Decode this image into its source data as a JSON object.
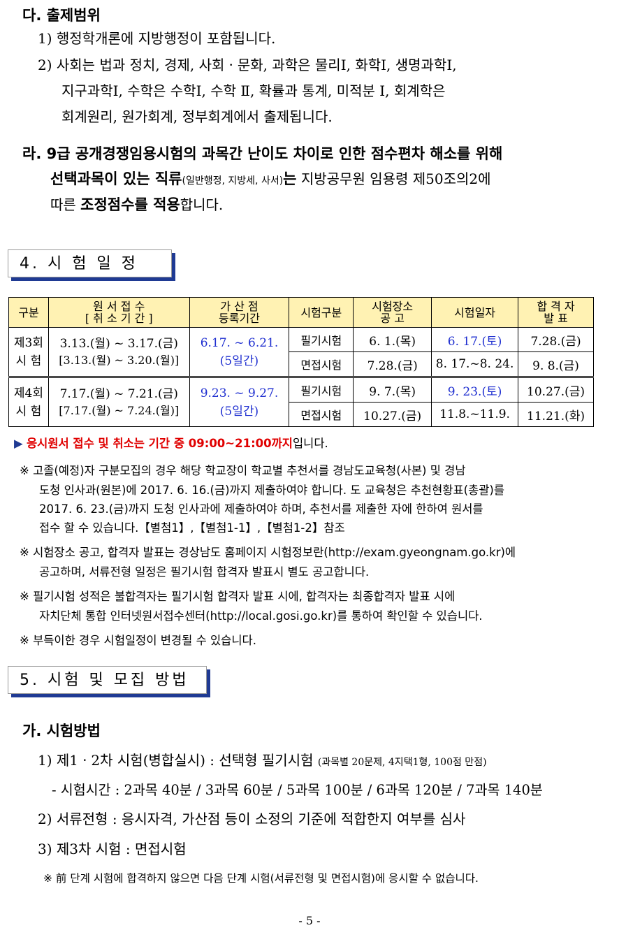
{
  "sec_da": {
    "heading": "다. 출제범위",
    "item1": "1)  행정학개론에 지방행정이 포함됩니다.",
    "item2_l1": "2)  사회는 법과 정치, 경제, 사회ㆍ문화, 과학은 물리Ⅰ, 화학Ⅰ, 생명과학Ⅰ,",
    "item2_l2": "지구과학Ⅰ, 수학은 수학Ⅰ, 수학 Ⅱ, 확률과 통계, 미적분 Ⅰ, 회계학은",
    "item2_l3": "회계원리, 원가회계, 정부회계에서 출제됩니다."
  },
  "sec_ra": {
    "l1": "라. 9급 공개경쟁임용시험의 과목간 난이도 차이로 인한 점수편차 해소를 위해",
    "l2_bold1": "선택과목이 있는 직류",
    "l2_small": "(일반행정, 지방세, 사서)",
    "l2_bold2": "는",
    "l2_rest": " 지방공무원 임용령 제50조의2에",
    "l3_pre": "따른 ",
    "l3_bold": "조정점수를 적용",
    "l3_post": "합니다."
  },
  "section4": {
    "title": "4. 시 험 일 정"
  },
  "schedule": {
    "headers": {
      "gubun": "구분",
      "apply_l1": "원  서  접  수",
      "apply_l2": "[ 취 소 기 간 ]",
      "bonus_l1": "가 산 점",
      "bonus_l2": "등록기간",
      "exam_type": "시험구분",
      "venue_l1": "시험장소",
      "venue_l2": "공       고",
      "exam_date": "시험일자",
      "result_l1": "합  격  자",
      "result_l2": "발       표"
    },
    "rounds": [
      {
        "name_l1": "제3회",
        "name_l2": "시  험",
        "apply": "3.13.(월) ~ 3.17.(금)",
        "cancel": "[3.13.(월) ~ 3.20.(월)]",
        "bonus_l1": "6.17.  ~ 6.21.",
        "bonus_l2": "(5일간)",
        "rows": [
          {
            "type": "필기시험",
            "venue": "6.  1.(목)",
            "date": "6.  17.(토)",
            "result": "7.28.(금)"
          },
          {
            "type": "면접시험",
            "venue": "7.28.(금)",
            "date": "8.  17.~8.  24.",
            "result": "9.  8.(금)"
          }
        ]
      },
      {
        "name_l1": "제4회",
        "name_l2": "시  험",
        "apply": "7.17.(월) ~ 7.21.(금)",
        "cancel": "[7.17.(월) ~ 7.24.(월)]",
        "bonus_l1": "9.23. ~ 9.27.",
        "bonus_l2": "(5일간)",
        "rows": [
          {
            "type": "필기시험",
            "venue": "9.  7.(목)",
            "date": "9.  23.(토)",
            "result": "10.27.(금)"
          },
          {
            "type": "면접시험",
            "venue": "10.27.(금)",
            "date": "11.8.~11.9.",
            "result": "11.21.(화)"
          }
        ]
      }
    ]
  },
  "notice": {
    "arrow": "▶",
    "red": "응시원서 접수 및 취소는 기간 중 09:00~21:00까지",
    "rest": "입니다."
  },
  "notes": {
    "n1_l1": "※ 고졸(예정)자 구분모집의 경우 해당 학교장이 학교별 추천서를 경남도교육청(사본) 및 경남",
    "n1_l2": "도청 인사과(원본)에 2017. 6. 16.(금)까지 제출하여야 합니다. 도 교육청은 추천현황표(총괄)를",
    "n1_l3": "2017. 6. 23.(금)까지 도청 인사과에 제출하여야 하며, 추천서를 제출한 자에 한하여 원서를",
    "n1_l4": "접수 할 수 있습니다.【별첨1】,【별첨1-1】,【별첨1-2】참조",
    "n2_l1": "※ 시험장소 공고, 합격자 발표는 경상남도 홈페이지 시험정보란(http://exam.gyeongnam.go.kr)에",
    "n2_l2": "공고하며, 서류전형 일정은 필기시험 합격자 발표시 별도 공고합니다.",
    "n3_l1": "※ 필기시험 성적은 불합격자는 필기시험 합격자 발표 시에, 합격자는 최종합격자 발표 시에",
    "n3_l2": "자치단체 통합 인터넷원서접수센터(http://local.gosi.go.kr)를 통하여 확인할 수 있습니다.",
    "n4": "※ 부득이한 경우 시험일정이 변경될 수 있습니다."
  },
  "section5": {
    "title": "5. 시험 및 모집 방법"
  },
  "sec_ga": {
    "heading": "가. 시험방법",
    "item1": "1)  제1ㆍ2차 시험(병합실시) : 선택형 필기시험",
    "item1_small": "(과목별 20문제, 4지택1형, 100점 만점)",
    "time": "- 시험시간 : 2과목 40분 / 3과목 60분 / 5과목 100분 / 6과목 120분 / 7과목 140분",
    "item2": "2)  서류전형 : 응시자격, 가산점 등이 소정의 기준에 적합한지 여부를 심사",
    "item3": "3)  제3차 시험 : 면접시험",
    "warn": "※ 前 단계 시험에 합격하지 않으면 다음 단계 시험(서류전형 및 면접시험)에 응시할 수 없습니다."
  },
  "footer": {
    "page": "- 5 -"
  }
}
